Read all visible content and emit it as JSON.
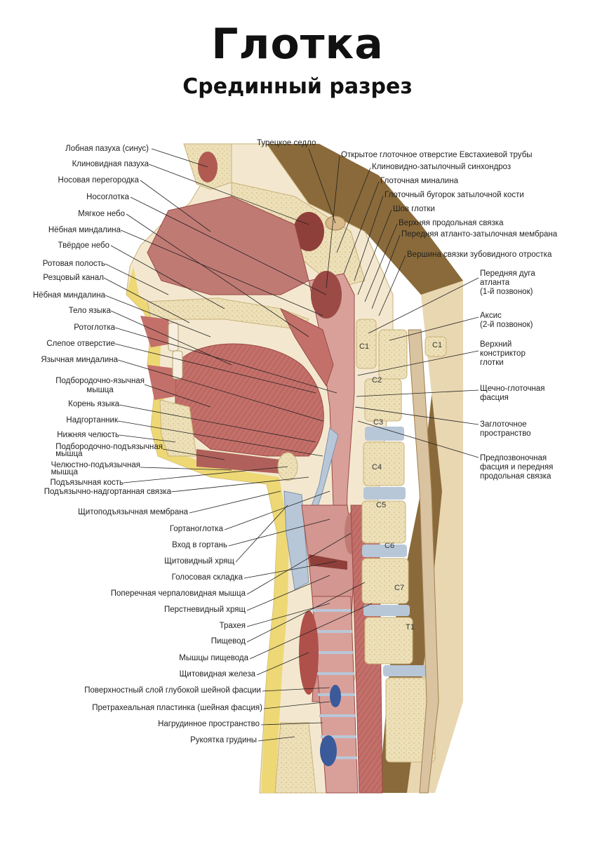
{
  "title": "Глотка",
  "subtitle": "Срединный разрез",
  "labels_left": [
    "Лобная пазуха (синус)",
    "Клиновидная пазуха",
    "Носовая перегородка",
    "Носоглотка",
    "Мягкое небо",
    "Нёбная миндалина",
    "Твёрдое небо",
    "Ротовая полость",
    "Резцовый канал",
    "Нёбная миндалина",
    "Тело языка",
    "Ротоглотка",
    "Слепое отверстие",
    "Язычная миндалина",
    "Подбородочно-язычная\nмышца",
    "Корень языка",
    "Надгортанник",
    "Нижняя челюсть",
    "Подбородочно-подъязычная\nмышца",
    "Челюстно-подъязычная\nмышца",
    "Подъязычная кость",
    "Подъязычно-надгортанная связка",
    "Щитоподъязычная мембрана",
    "Гортаноглотка",
    "Вход в гортань",
    "Щитовидный хрящ",
    "Голосовая складка",
    "Поперечная черпаловидная мышца",
    "Перстневидный хрящ",
    "Трахея",
    "Пищевод",
    "Мышцы пищевода",
    "Щитовидная железа",
    "Поверхностный слой глубокой шейной фасции",
    "Претрахеальная пластинка (шейная фасция)",
    "Нагрудинное пространство",
    "Рукоятка грудины"
  ],
  "labels_top": [
    "Турецкое седло"
  ],
  "labels_right": [
    "Открытое глоточное отверстие Евстахиевой трубы",
    "Клиновидно-затылочный синхондроз",
    "Глоточная миналина",
    "Глоточный бугорок затылочной кости",
    "Шов глотки",
    "Верхняя продольная связка",
    "Передняя атланто-затылочная мембрана",
    "Вершина связки зубовидного отростка",
    "Передняя дуга\nатланта\n(1-й позвонок)",
    "Аксис\n(2-й позвонок)",
    "Верхний\nконстриктор\nглотки",
    "Щечно-глоточная\nфасция",
    "Заглоточное\nпространство",
    "Предпозвоночная\nфасция и передняя\nпродольная связка"
  ],
  "vertebrae": [
    "C1",
    "C1",
    "C2",
    "C3",
    "C4",
    "C5",
    "C6",
    "C7",
    "T1"
  ],
  "colors": {
    "muscle": "#c4706a",
    "muscle_dark": "#9b4a46",
    "mucosa": "#d9a09a",
    "bone": "#ede0b8",
    "bone_edge": "#c9b27a",
    "fat": "#ecd66a",
    "brain": "#8a6a3a",
    "cartilage": "#b8c7d8",
    "vein": "#3a5a9a",
    "skin": "#f3e8cf"
  }
}
